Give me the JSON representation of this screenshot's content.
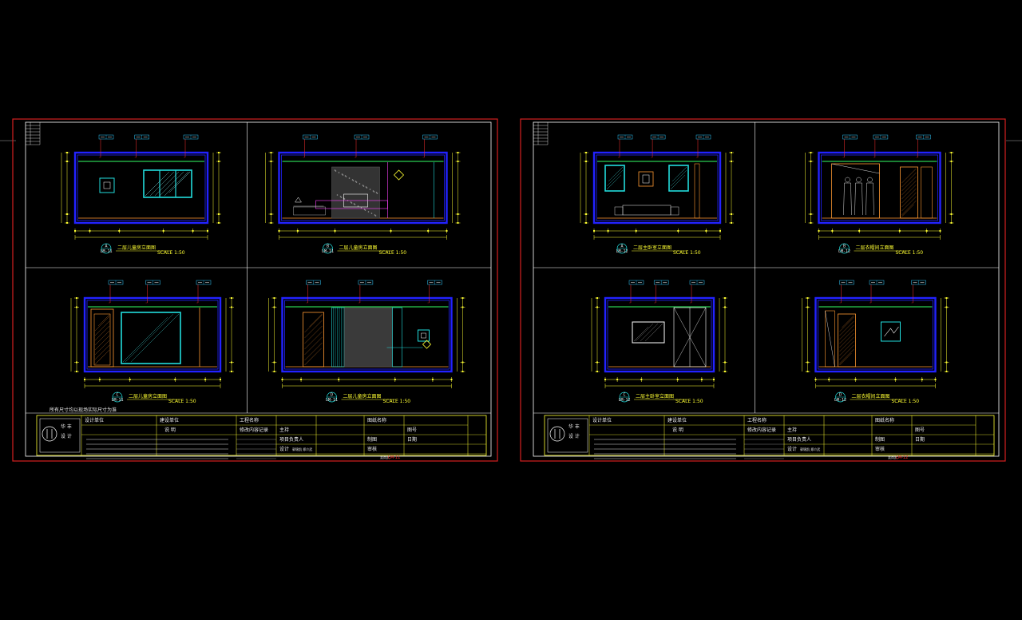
{
  "colors": {
    "background": "#000000",
    "sheet_border": "#d42020",
    "frame": "#ffffff",
    "wall": "#2222ff",
    "dimension": "#ffff33",
    "leader": "#ff3030",
    "tag": "#33ccff",
    "furniture": "#ff9933",
    "glass": "#22dddd",
    "green": "#33ff66",
    "magenta": "#ff44ff"
  },
  "sheets": [
    {
      "id": "left",
      "note": "所有尺寸均以现场实际尺寸为准",
      "views": [
        {
          "key": "A",
          "number": "LM-11",
          "title": "二层儿童房立面图",
          "scale": "SCALE 1:50"
        },
        {
          "key": "B",
          "number": "LM-11",
          "title": "二层儿童房立面图",
          "scale": "SCALE 1:50"
        },
        {
          "key": "C",
          "number": "LM-11",
          "title": "二层儿童房立面图",
          "scale": "SCALE 1:50"
        },
        {
          "key": "D",
          "number": "LM-11",
          "title": "二层儿童房立面图",
          "scale": "SCALE 1:50"
        }
      ],
      "titleblock": {
        "logo_text": "华 丰",
        "logo_text2": "设 计",
        "design_unit": "设计单位",
        "build_unit": "建设单位",
        "project_name": "工程名称",
        "drawing_name": "图纸名称",
        "notes_label": "说 明",
        "revision_label": "修改内容记录",
        "owner_label": "主持",
        "project_lead": "项目负责人",
        "design_label": "设计",
        "drafting_label": "制图",
        "check_label": "审核",
        "sheet_no_label": "图号",
        "date_label": "日期",
        "sheet_no": "LM-11",
        "designer": "郭锦凯 郑介武",
        "checker": "吴尚武"
      }
    },
    {
      "id": "right",
      "note": "",
      "views": [
        {
          "key": "A",
          "number": "LM-12",
          "title": "二层主卧室立面图",
          "scale": "SCALE 1:50"
        },
        {
          "key": "B",
          "number": "LM-12",
          "title": "二层衣帽间立面图",
          "scale": "SCALE 1:50"
        },
        {
          "key": "C",
          "number": "LM-12",
          "title": "二层主卧室立面图",
          "scale": "SCALE 1:50"
        },
        {
          "key": "D",
          "number": "LM-12",
          "title": "二层衣帽间立面图",
          "scale": "SCALE 1:50"
        }
      ],
      "titleblock": {
        "logo_text": "华 丰",
        "logo_text2": "设 计",
        "design_unit": "设计单位",
        "build_unit": "建设单位",
        "project_name": "工程名称",
        "drawing_name": "图纸名称",
        "notes_label": "说 明",
        "revision_label": "修改内容记录",
        "owner_label": "主持",
        "project_lead": "项目负责人",
        "design_label": "设计",
        "drafting_label": "制图",
        "check_label": "审核",
        "sheet_no_label": "图号",
        "date_label": "日期",
        "sheet_no": "LM-12",
        "designer": "郭锦凯 郑介武",
        "checker": "吴尚武"
      }
    }
  ]
}
